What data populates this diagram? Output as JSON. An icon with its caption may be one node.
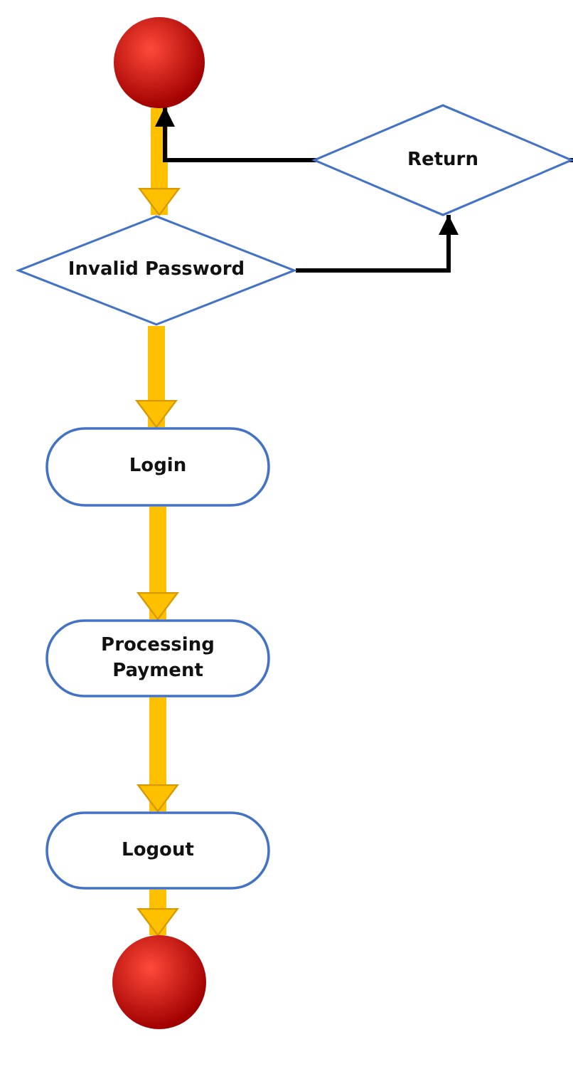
{
  "diagram": {
    "nodes": [
      {
        "text": [],
        "shape": "circle"
      },
      {
        "text": [
          "Invalid Password"
        ]
      },
      {
        "text": [
          "Return"
        ]
      },
      {
        "text": [
          "Login"
        ]
      },
      {
        "text": [
          "Processing Payment"
        ]
      },
      {
        "text": [
          "Logout"
        ]
      },
      {
        "text": [],
        "shape": "circle"
      }
    ],
    "edges": [
      {
        "from": 0,
        "to": 1,
        "arrow": "to"
      },
      {
        "from": 1,
        "to": 2,
        "arrow": "to",
        "color": "#000000"
      },
      {
        "from": 2,
        "to": 0,
        "arrow": "to",
        "color": "#000000"
      },
      {
        "from": 1,
        "to": 3,
        "arrow": "to"
      },
      {
        "from": 3,
        "to": 4,
        "arrow": "to"
      },
      {
        "from": 4,
        "to": 5,
        "arrow": "to"
      },
      {
        "from": 5,
        "to": 6,
        "arrow": "to"
      }
    ]
  }
}
